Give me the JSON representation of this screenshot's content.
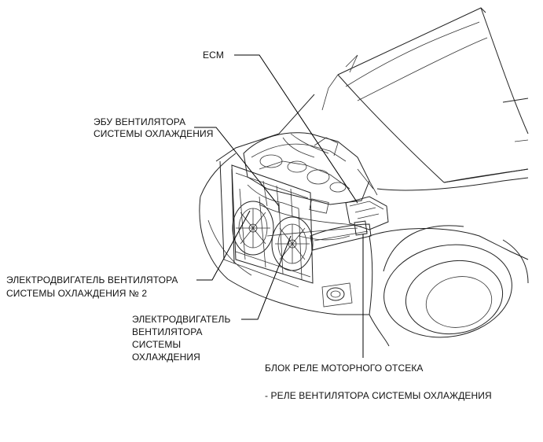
{
  "labels": {
    "ecm": "ECM",
    "fan_ecu_line1": "ЭБУ ВЕНТИЛЯТОРА",
    "fan_ecu_line2": "СИСТЕМЫ ОХЛАЖДЕНИЯ",
    "fan_motor2_line1": "ЭЛЕКТРОДВИГАТЕЛЬ ВЕНТИЛЯТОРА",
    "fan_motor2_line2": "СИСТЕМЫ ОХЛАЖДЕНИЯ № 2",
    "fan_motor_line1": "ЭЛЕКТРОДВИГАТЕЛЬ",
    "fan_motor_line2": "ВЕНТИЛЯТОРА",
    "fan_motor_line3": "СИСТЕМЫ",
    "fan_motor_line4": "ОХЛАЖДЕНИЯ",
    "relay_block": "БЛОК РЕЛЕ МОТОРНОГО ОТСЕКА",
    "relay_item": "- РЕЛЕ ВЕНТИЛЯТОРА СИСТЕМЫ ОХЛАЖДЕНИЯ"
  },
  "colors": {
    "line": "#222222",
    "background": "#ffffff"
  }
}
